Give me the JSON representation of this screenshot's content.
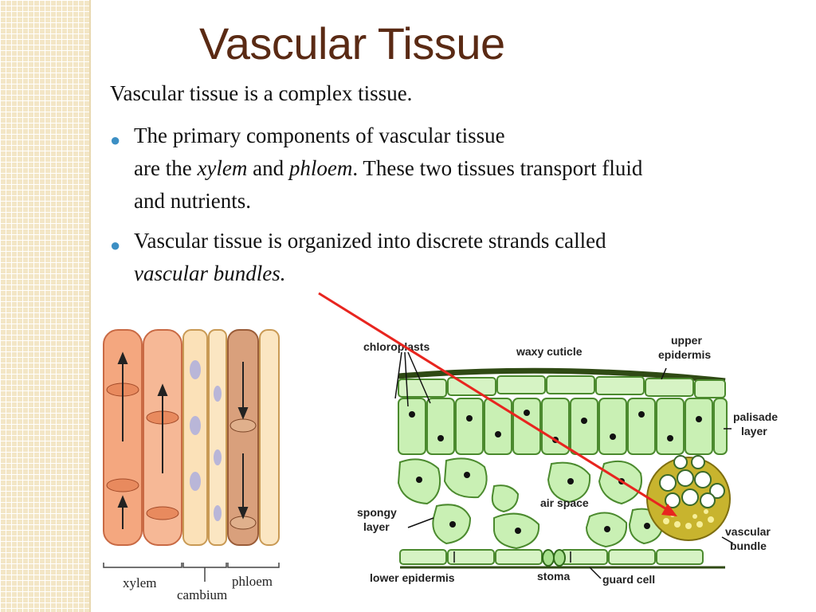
{
  "slide": {
    "title": "Vascular Tissue",
    "intro": "Vascular tissue is a complex tissue.",
    "bullets": [
      {
        "line1": "The primary components of vascular tissue",
        "line2_pre": "are the ",
        "line2_em1": "xylem",
        "line2_mid": " and ",
        "line2_em2": "phloem",
        "line2_post": ". These two tissues transport fluid",
        "line3": "and nutrients."
      },
      {
        "line1": "Vascular tissue is organized into discrete strands called",
        "line2_em": "vascular bundles."
      }
    ]
  },
  "stem_figure": {
    "labels": {
      "xylem": "xylem",
      "cambium": "cambium",
      "phloem": "phloem"
    }
  },
  "leaf_figure": {
    "labels": {
      "chloroplasts": "chloroplasts",
      "waxy_cuticle": "waxy cuticle",
      "upper_epidermis_1": "upper",
      "upper_epidermis_2": "epidermis",
      "palisade_1": "palisade",
      "palisade_2": "layer",
      "spongy_1": "spongy",
      "spongy_2": "layer",
      "air_space": "air space",
      "vascular_1": "vascular",
      "vascular_2": "bundle",
      "lower_epidermis": "lower epidermis",
      "stoma": "stoma",
      "guard_cell": "guard cell"
    }
  },
  "colors": {
    "title": "#5a2a14",
    "bullet": "#3c8fc4",
    "arrow": "#e8251f",
    "leaf_cell": "#c9f0b4",
    "cuticle": "#3a5a1a",
    "xylem": "#f2a77e",
    "phloem": "#d9a07c"
  }
}
